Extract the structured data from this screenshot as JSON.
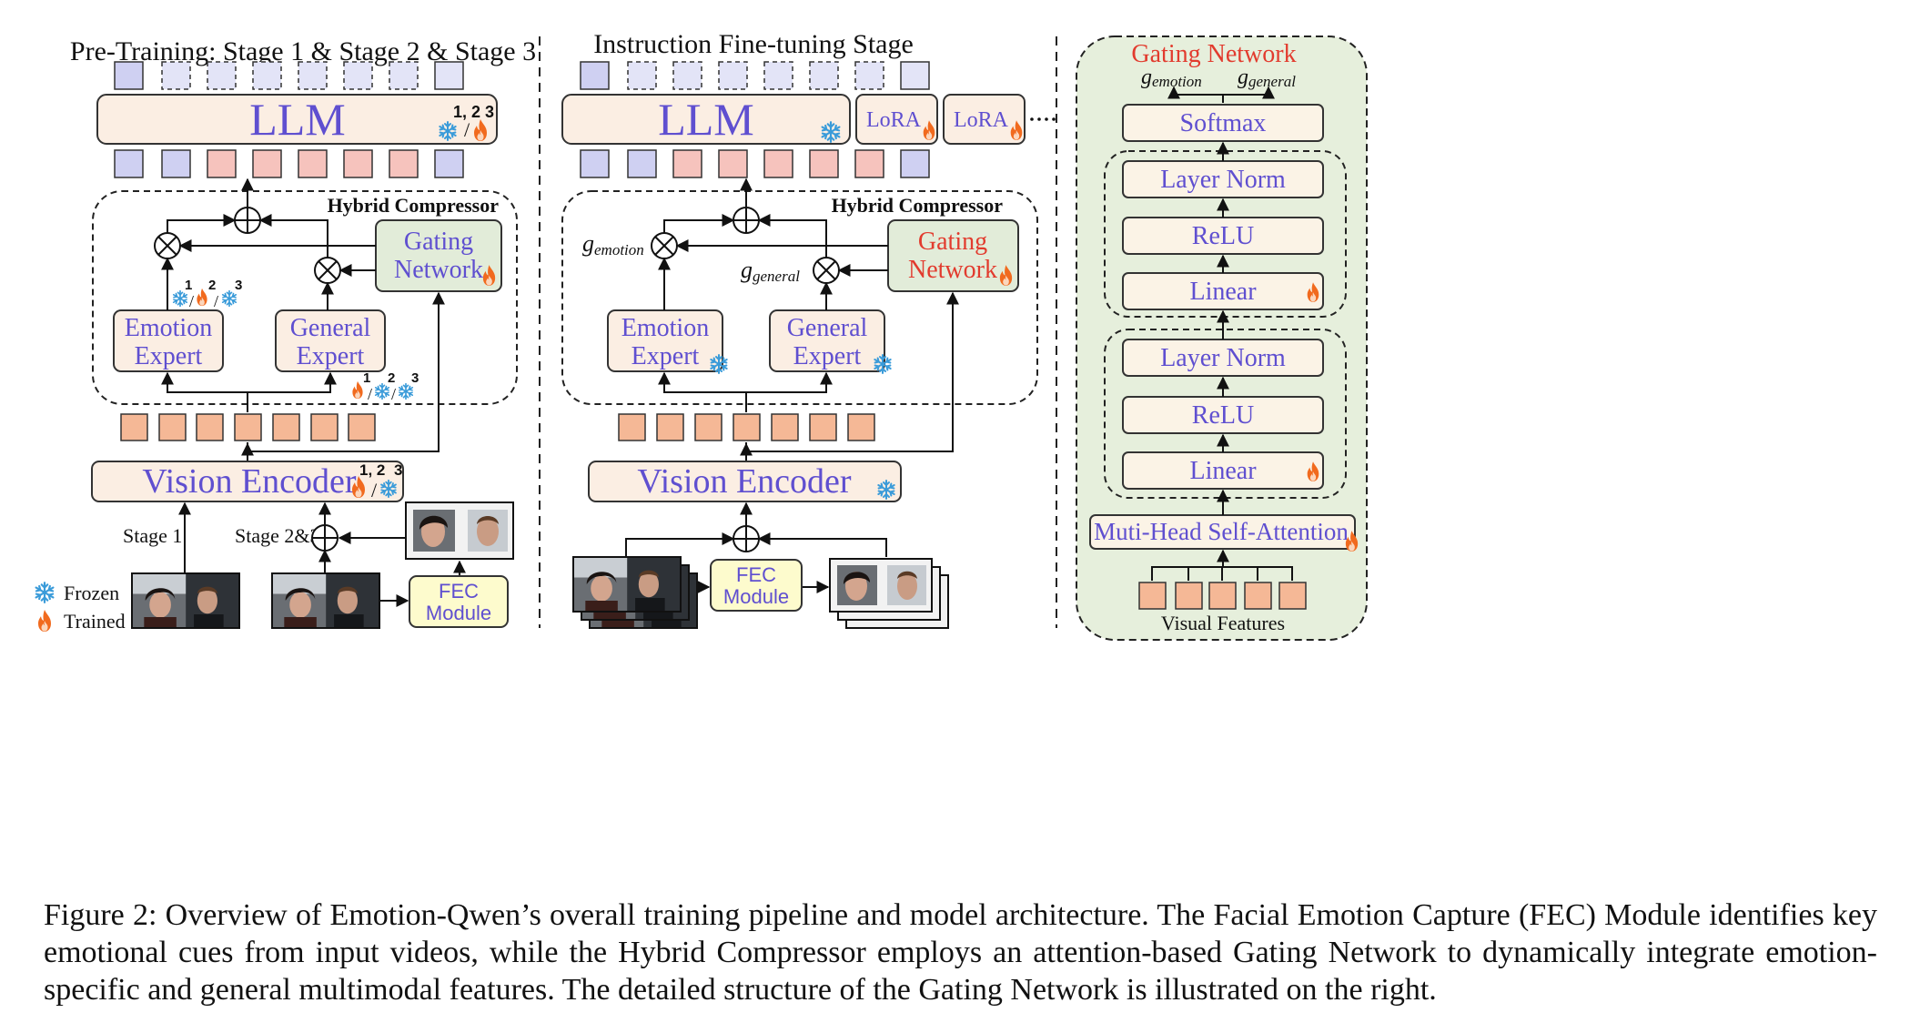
{
  "colors": {
    "box_fill": "#fbeee3",
    "box_stroke": "#3a3a3a",
    "gate_fill": "#e2ecd9",
    "panel_fill": "#e6efdc",
    "purple_text": "#5f4fd0",
    "red_text": "#e23b2e",
    "token_blue": "#cfd0f2",
    "token_blue_light": "#e3e4f7",
    "token_pink": "#f6c3bd",
    "token_orange": "#f5b896",
    "fec_fill": "#fdfbcd",
    "fire": "#f16a1e",
    "snow": "#3a9bd9"
  },
  "legend": {
    "frozen": "Frozen",
    "trained": "Trained"
  },
  "left": {
    "title": "Pre-Training: Stage 1 & Stage 2 & Stage 3",
    "llm": "LLM",
    "llm_marks": "1, 2",
    "llm_mark3": "3",
    "compressor_title": "Hybrid Compressor",
    "gating": [
      "Gating",
      "Network"
    ],
    "emotion_expert": [
      "Emotion",
      "Expert"
    ],
    "general_expert": [
      "General",
      "Expert"
    ],
    "vision_encoder": "Vision Encoder",
    "stage1": "Stage 1",
    "stage23": "Stage 2&3",
    "fec": [
      "FEC",
      "Module"
    ],
    "mark1": "1",
    "mark2": "2",
    "mark3": "3",
    "mark12": "1, 2"
  },
  "middle": {
    "title": "Instruction Fine-tuning Stage",
    "llm": "LLM",
    "lora": "LoRA",
    "compressor_title": "Hybrid Compressor",
    "gating": [
      "Gating",
      "Network"
    ],
    "emotion_expert": [
      "Emotion",
      "Expert"
    ],
    "general_expert": [
      "General",
      "Expert"
    ],
    "vision_encoder": "Vision Encoder",
    "fec": [
      "FEC",
      "Module"
    ],
    "g_emotion_base": "g",
    "g_emotion_sub": "emotion",
    "g_general_base": "g",
    "g_general_sub": "general"
  },
  "right": {
    "title": "Gating Network",
    "g_emotion_base": "g",
    "g_emotion_sub": "emotion",
    "g_general_base": "g",
    "g_general_sub": "general",
    "softmax": "Softmax",
    "block1": [
      "Layer Norm",
      "ReLU",
      "Linear"
    ],
    "block2": [
      "Layer Norm",
      "ReLU",
      "Linear"
    ],
    "mhsa": "Muti-Head Self-Attention",
    "visual_features": "Visual Features"
  },
  "caption": {
    "label": "Figure 2:",
    "text": "Overview of Emotion-Qwen’s overall training pipeline and model architecture. The Facial Emotion Capture (FEC) Module identifies key emotional cues from input videos, while the Hybrid Compressor employs an attention-based Gating Network to dynamically integrate emotion-specific and general multimodal features. The detailed structure of the Gating Network is illustrated on the right."
  }
}
